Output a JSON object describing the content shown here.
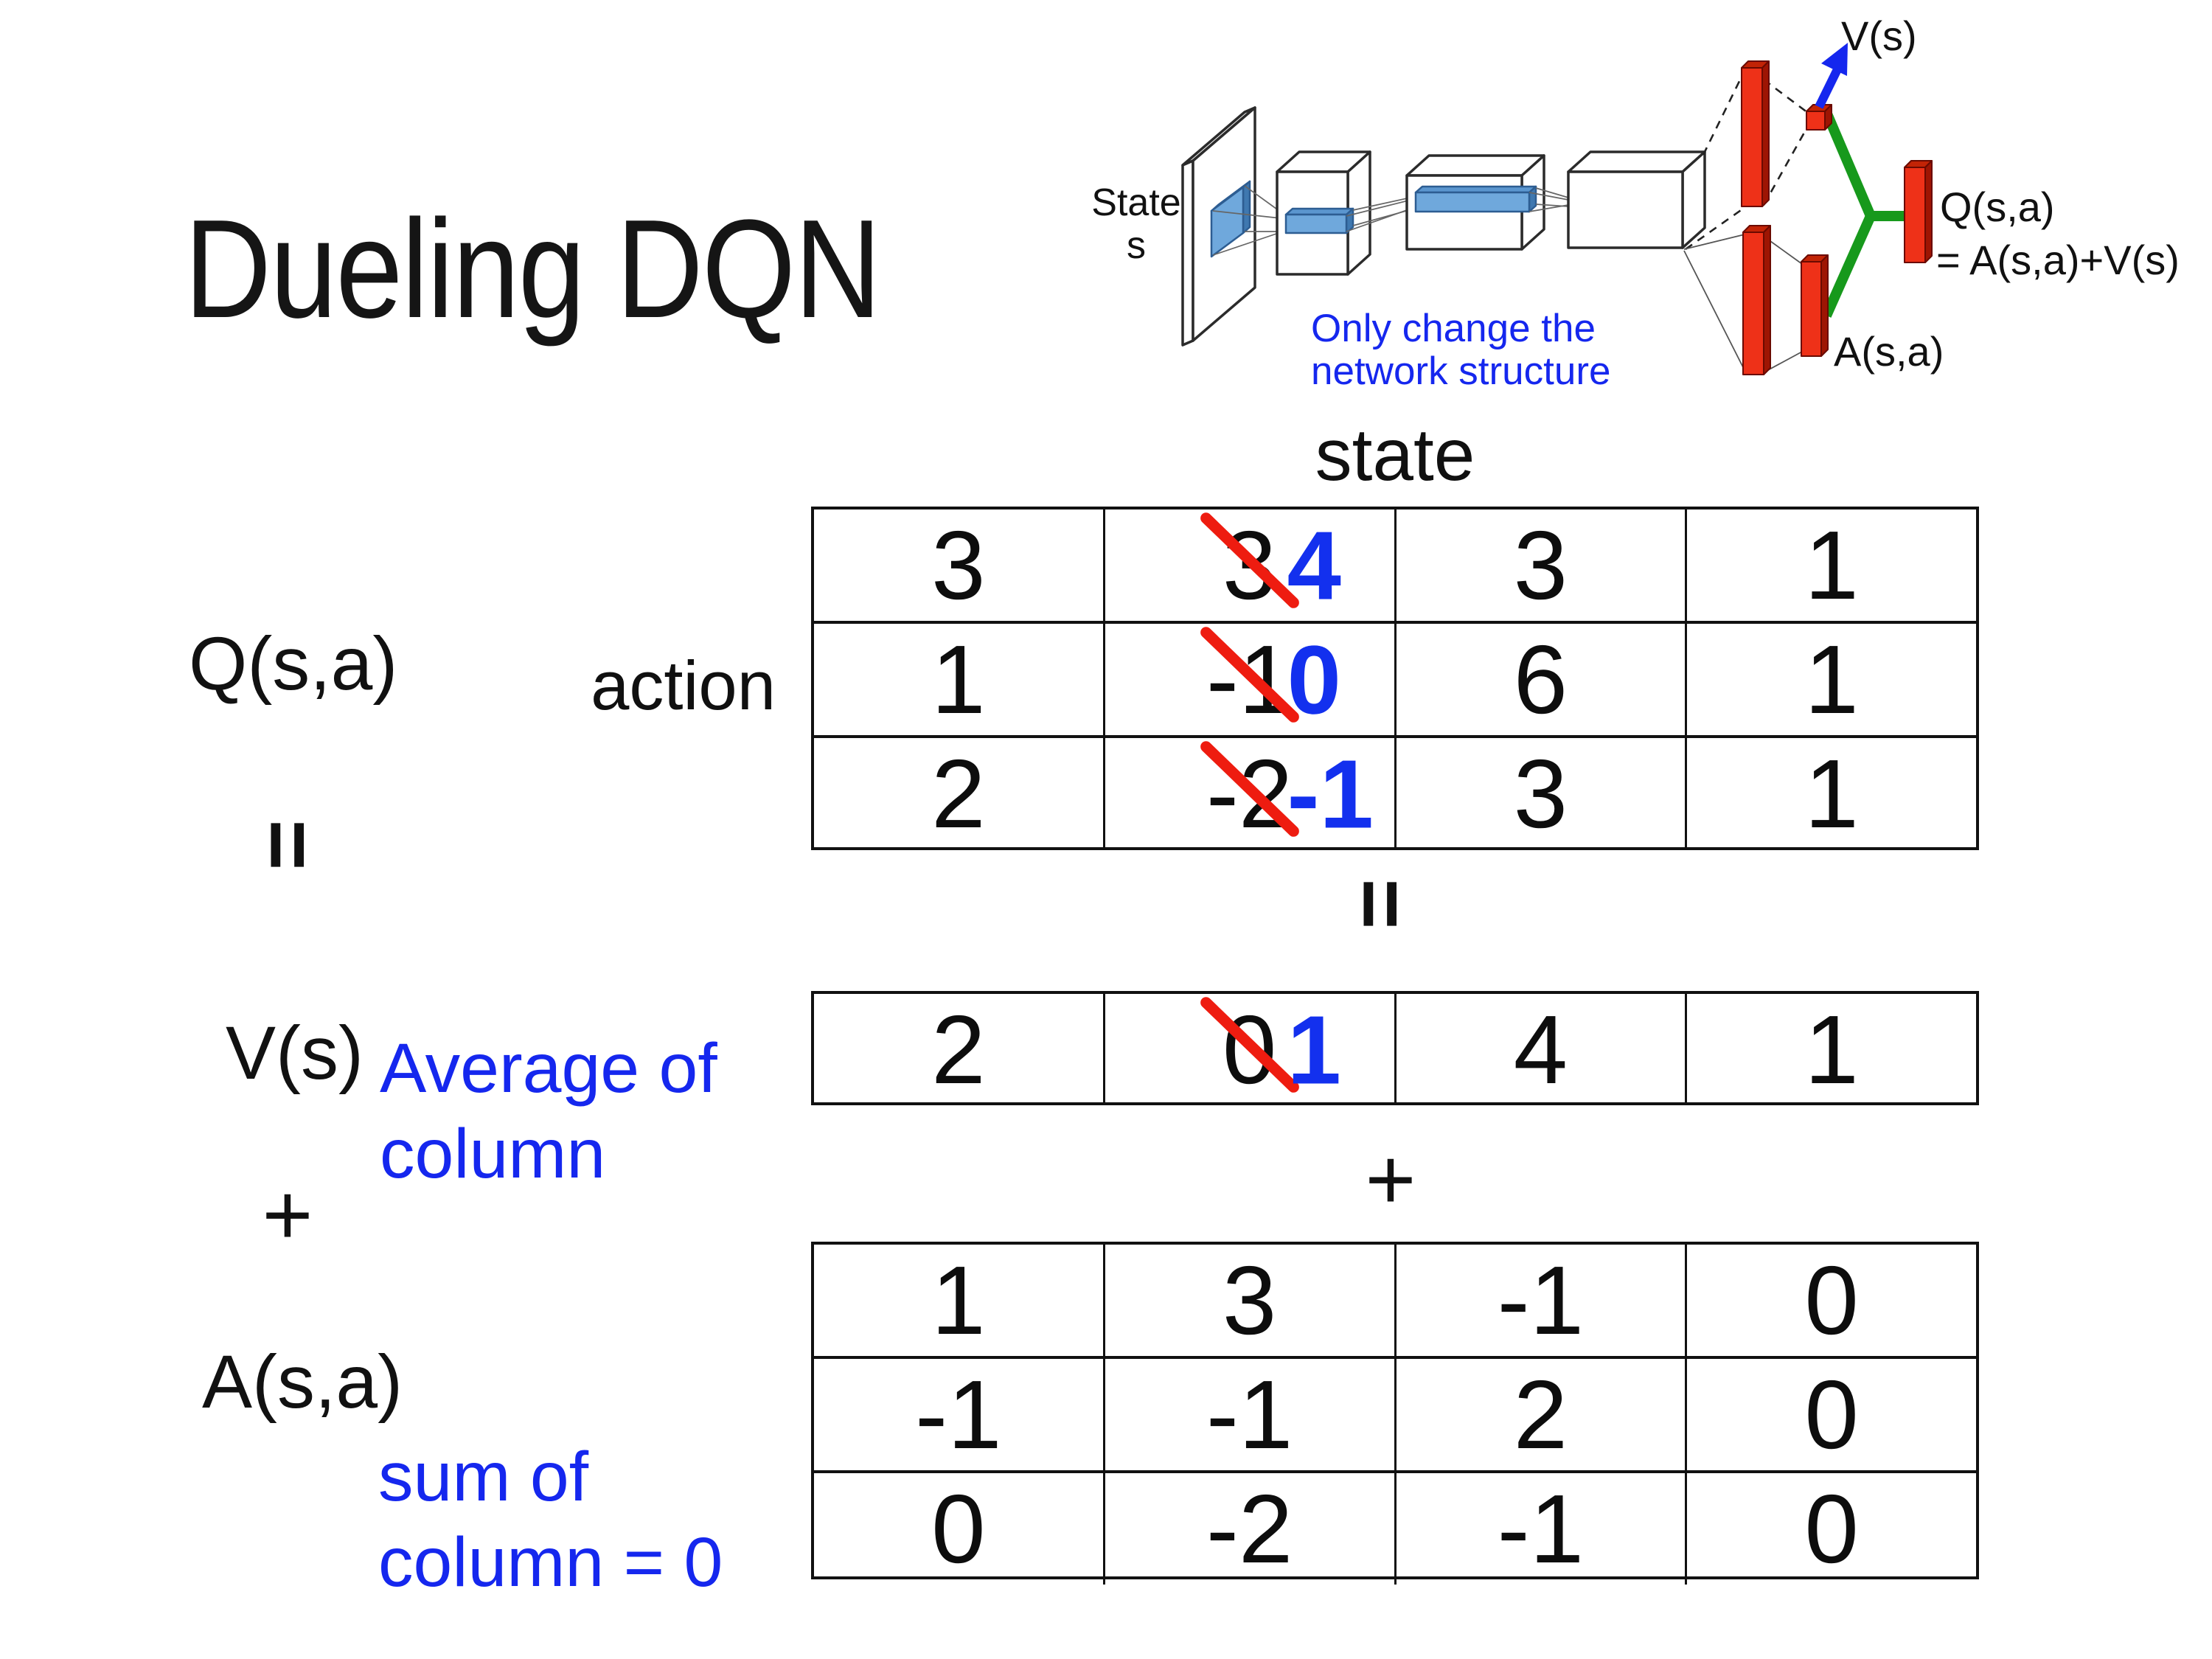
{
  "title": "Dueling DQN",
  "diagram": {
    "state_line1": "State",
    "state_line2": "s",
    "note_line1": "Only change the",
    "note_line2": "network structure",
    "v_out_label": "V(s)",
    "q_out_label_line1": "Q(s,a)",
    "q_out_label_line2": "= A(s,a)+V(s)",
    "a_out_label": "A(s,a)",
    "colors": {
      "bar_red": "#ee3118",
      "bar_red_top": "#c22406",
      "bar_red_side": "#9e1503",
      "merge_green": "#17991c",
      "arrow_blue": "#1527ee",
      "feature_blue": "#6fa8dc",
      "note_blue": "#1527ee"
    }
  },
  "equation": {
    "q_label": "Q(s,a)",
    "equals_left": "=",
    "v_label": "V(s)",
    "plus_left": "+",
    "a_label": "A(s,a)",
    "avg_note_line1": "Average of",
    "avg_note_line2": "column",
    "sum_note_line1": "sum of",
    "sum_note_line2": "column = 0",
    "state_header": "state",
    "action_label": "action",
    "equals_center": "=",
    "plus_center": "+"
  },
  "tables": {
    "q": {
      "rows": [
        [
          {
            "v": "3"
          },
          {
            "old": "3",
            "new": "4"
          },
          {
            "v": "3"
          },
          {
            "v": "1"
          }
        ],
        [
          {
            "v": "1"
          },
          {
            "old": "-1",
            "new": "0"
          },
          {
            "v": "6"
          },
          {
            "v": "1"
          }
        ],
        [
          {
            "v": "2"
          },
          {
            "old": "-2",
            "new": "-1"
          },
          {
            "v": "3"
          },
          {
            "v": "1"
          }
        ]
      ]
    },
    "v": {
      "rows": [
        [
          {
            "v": "2"
          },
          {
            "old": "0",
            "new": "1"
          },
          {
            "v": "4"
          },
          {
            "v": "1"
          }
        ]
      ]
    },
    "a": {
      "rows": [
        [
          {
            "v": "1"
          },
          {
            "v": "3"
          },
          {
            "v": "-1"
          },
          {
            "v": "0"
          }
        ],
        [
          {
            "v": "-1"
          },
          {
            "v": "-1"
          },
          {
            "v": "2"
          },
          {
            "v": "0"
          }
        ],
        [
          {
            "v": "0"
          },
          {
            "v": "-2"
          },
          {
            "v": "-1"
          },
          {
            "v": "0"
          }
        ]
      ]
    }
  }
}
